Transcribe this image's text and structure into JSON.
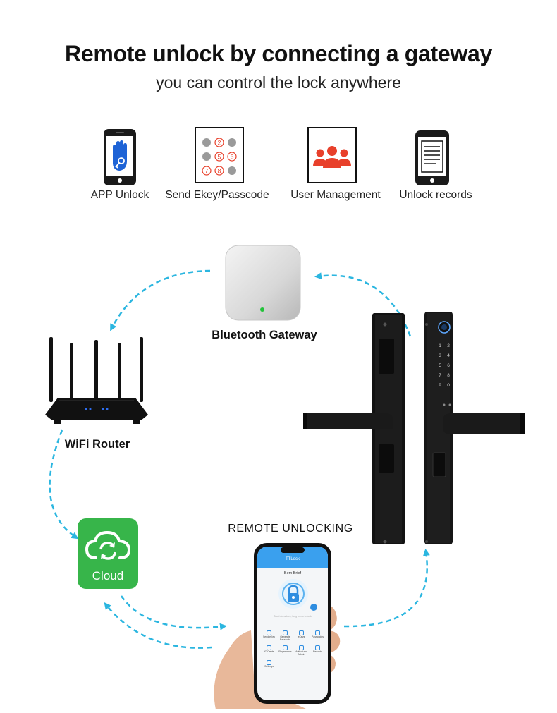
{
  "header": {
    "title": "Remote unlock by connecting a gateway",
    "subtitle": "you can control the lock anywhere"
  },
  "features": [
    {
      "icon": "hand-phone-icon",
      "label": "APP Unlock"
    },
    {
      "icon": "keypad-icon",
      "label": "Send Ekey/Passcode"
    },
    {
      "icon": "users-icon",
      "label": "User Management"
    },
    {
      "icon": "record-phone-icon",
      "label": "Unlock records"
    }
  ],
  "diagram": {
    "gateway_label": "Bluetooth Gateway",
    "router_label": "WiFi Router",
    "cloud_label": "Cloud",
    "remote_label": "REMOTE UNLOCKING",
    "phone": {
      "app_name": "TTLock",
      "lock_name": "Bem Brief",
      "hint": "Touch to unlock, long press to lock",
      "menu": [
        "Send eKey",
        "Generate Passcode",
        "eKeys",
        "Passcodes",
        "IC Cards",
        "Fingerprints",
        "Authorized Admin",
        "Records",
        "Settings"
      ]
    },
    "keypad_digits": [
      "1",
      "2",
      "3",
      "4",
      "5",
      "6",
      "7",
      "8",
      "9",
      "*",
      "0",
      "#"
    ],
    "colors": {
      "arrow": "#2bb6e0",
      "cloud": "#37b54a",
      "accent_red": "#e8402b",
      "icon_blue": "#1e63d6"
    }
  }
}
